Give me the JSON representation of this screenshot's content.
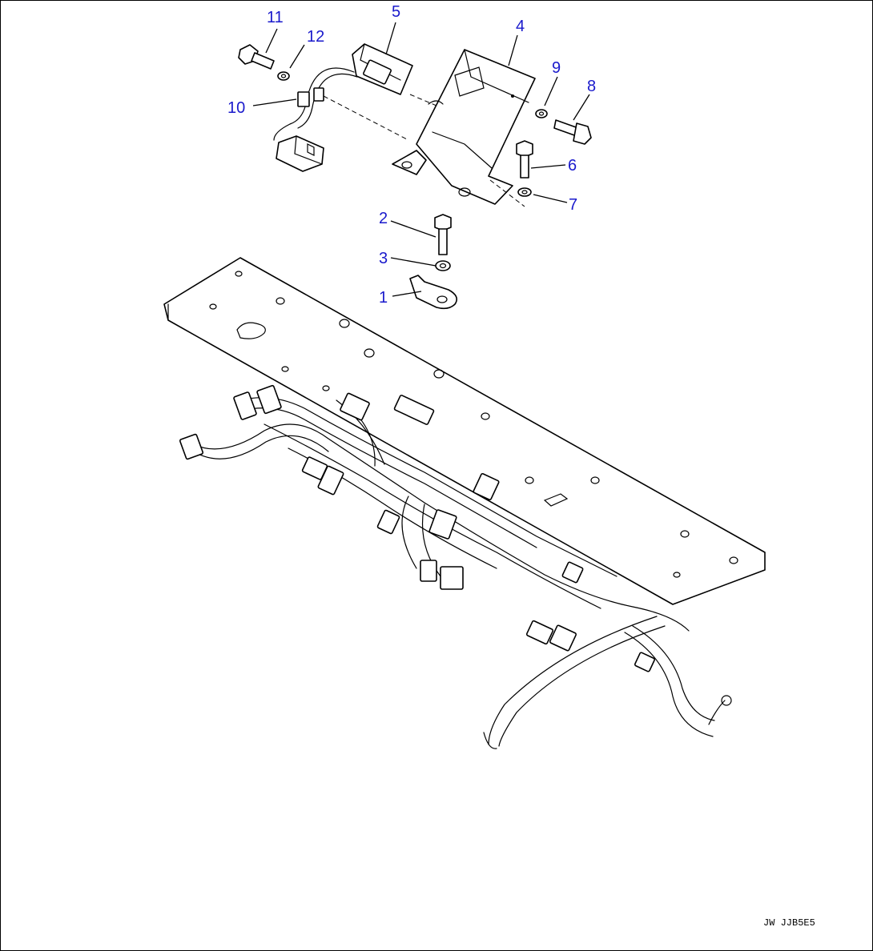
{
  "callouts": [
    {
      "id": "callout-1",
      "label": "1"
    },
    {
      "id": "callout-2",
      "label": "2"
    },
    {
      "id": "callout-3",
      "label": "3"
    },
    {
      "id": "callout-4",
      "label": "4"
    },
    {
      "id": "callout-5",
      "label": "5"
    },
    {
      "id": "callout-6",
      "label": "6"
    },
    {
      "id": "callout-7",
      "label": "7"
    },
    {
      "id": "callout-8",
      "label": "8"
    },
    {
      "id": "callout-9",
      "label": "9"
    },
    {
      "id": "callout-10",
      "label": "10"
    },
    {
      "id": "callout-11",
      "label": "11"
    },
    {
      "id": "callout-12",
      "label": "12"
    }
  ],
  "drawing_id": "JW JJB5E5",
  "colors": {
    "callout": "#1a1acc",
    "line": "#000000",
    "background": "#ffffff"
  }
}
